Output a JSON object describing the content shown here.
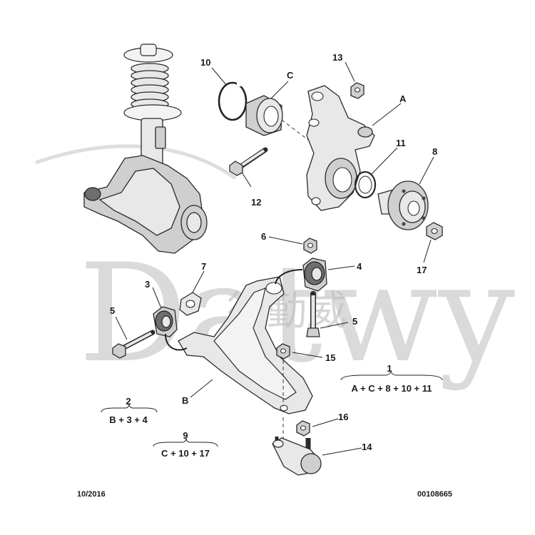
{
  "watermark": {
    "latin": "Datwy",
    "chinese": "德勤威"
  },
  "callouts": [
    "10",
    "C",
    "13",
    "A",
    "11",
    "8",
    "12",
    "6",
    "4",
    "17",
    "7",
    "3",
    "5",
    "5",
    "15",
    "B",
    "16",
    "14"
  ],
  "groups": [
    {
      "number": "1",
      "formula": "A + C + 8 + 10 + 11"
    },
    {
      "number": "2",
      "formula": "B + 3 + 4"
    },
    {
      "number": "9",
      "formula": "C + 10 + 17"
    }
  ],
  "footer": {
    "date": "10/2016",
    "ref": "00108665"
  }
}
